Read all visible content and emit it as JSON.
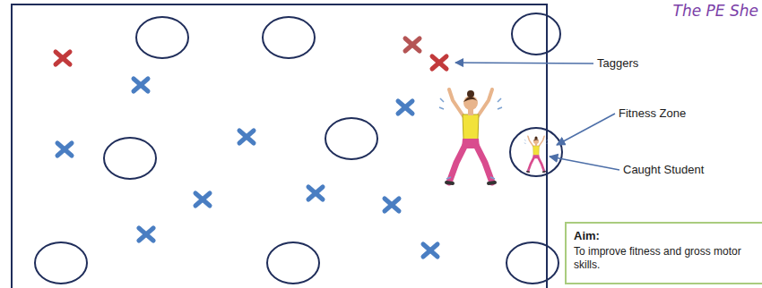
{
  "diagram": {
    "nodes": [
      {
        "text": [
          "Aim:",
          "To improve fitness and gross motor skills."
        ]
      }
    ],
    "labels": [
      "The PE She",
      "Taggers",
      "Fitness Zone",
      "Caught Student"
    ]
  }
}
